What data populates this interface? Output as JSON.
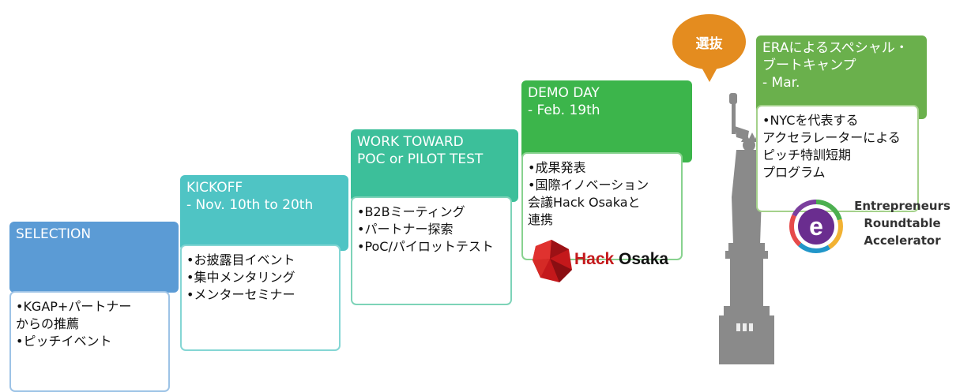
{
  "steps": [
    {
      "header": "SELECTION",
      "items": [
        "•KGAP+パートナー\n からの推薦",
        "•ピッチイベント"
      ]
    },
    {
      "header": "KICKOFF\n- Nov. 10th to 20th",
      "items": [
        "•お披露目イベント",
        "•集中メンタリング",
        "•メンターセミナー"
      ]
    },
    {
      "header": "WORK TOWARD\nPOC or PILOT TEST",
      "items": [
        "•B2Bミーティング",
        "•パートナー探索",
        "•PoC/パイロットテスト"
      ]
    },
    {
      "header": "DEMO DAY\n- Feb. 19th",
      "items": [
        "•成果発表",
        "•国際イノベーション\n 会議Hack Osakaと\n 連携"
      ]
    },
    {
      "header": "ERAによるスペシャル・\nブートキャンプ\n- Mar.",
      "items": [
        "•NYCを代表する\n アクセラレーターによる\n ピッチ特訓短期\n プログラム"
      ]
    }
  ],
  "bubble": {
    "label": "選抜",
    "color": "#e48c1f"
  },
  "logos": {
    "hack_osaka": {
      "word1": "Hack",
      "word2": "Osaka"
    },
    "era": {
      "line1": "Entrepreneurs",
      "line2": "Roundtable",
      "line3": "Accelerator",
      "icon_letter": "e"
    }
  },
  "colors": {
    "selection": "#5b9bd5",
    "kickoff": "#4fc4c4",
    "work": "#3cbf9a",
    "demo": "#3cb54b",
    "era": "#6ab04c",
    "statue": "#8a8a8a"
  }
}
